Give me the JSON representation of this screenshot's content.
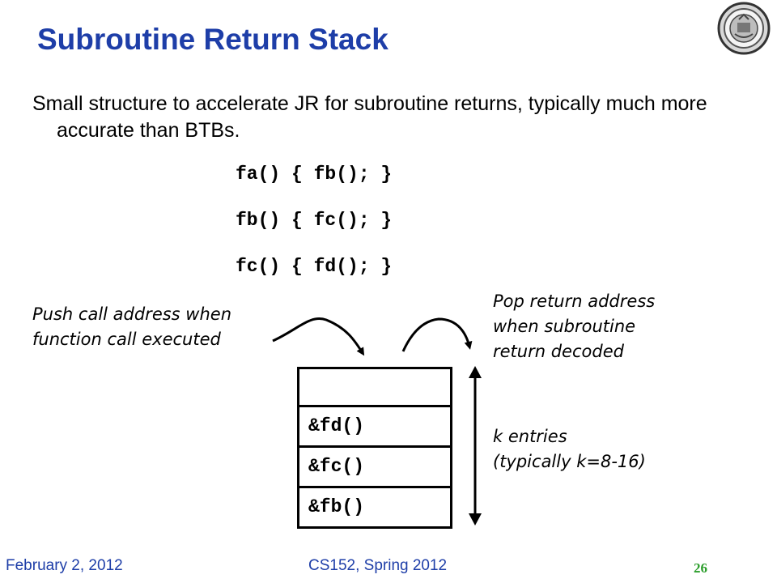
{
  "slide": {
    "title": "Subroutine Return Stack",
    "bullet": "Small structure to accelerate JR for subroutine returns, typically much more accurate than BTBs."
  },
  "code_lines": [
    "fa() { fb(); }",
    "fb() { fc(); }",
    "fc() { fd(); }"
  ],
  "notes": {
    "push": [
      "Push call address when",
      "function call executed"
    ],
    "pop": [
      "Pop return address",
      "when subroutine",
      "return decoded"
    ],
    "entries": [
      "k entries",
      "(typically k=8-16)"
    ]
  },
  "stack_entries": [
    "",
    "&fd()",
    "&fc()",
    "&fb()"
  ],
  "footer": {
    "date": "February 2, 2012",
    "course": "CS152, Spring 2012",
    "page": "26"
  },
  "colors": {
    "title": "#1e3ea8",
    "footer": "#1e3ea8",
    "page_number": "#2a9d2a"
  },
  "icons": {
    "seal": "university-seal-icon"
  }
}
